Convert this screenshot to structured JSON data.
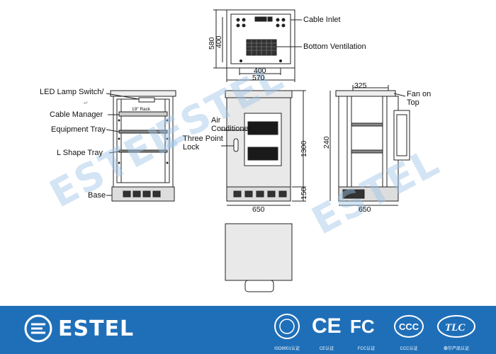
{
  "top_view": {
    "cable_inlet": "Cable Inlet",
    "bottom_ventilation": "Bottom Ventilation",
    "dim_580": "580",
    "dim_400_v": "400",
    "dim_400_h": "400",
    "dim_570": "570"
  },
  "interior_view": {
    "led_lamp_switch": "LED  Lamp Switch/",
    "return_mark": "↵",
    "cable_manager": "Cable Manager",
    "equipment_tray": "Equipment Tray",
    "l_shape_tray": "L  Shape Tray",
    "base": "Base",
    "rack_label": "19\" Rack"
  },
  "front_view": {
    "air_conditioner": "Air\nConditioner",
    "three_point_lock": "Three Point\nLock",
    "dim_1300": "1300",
    "dim_150": "150",
    "dim_650": "650"
  },
  "side_view": {
    "fan_on_top": "Fan on\nTop",
    "dim_325": "325",
    "dim_240": "240",
    "dim_650": "650"
  },
  "footer": {
    "brand": "ESTEL",
    "certs": [
      {
        "name": "iso",
        "label": "ISO9001认证"
      },
      {
        "name": "ce",
        "label": "CE认证"
      },
      {
        "name": "fcc",
        "label": "FCC认证"
      },
      {
        "name": "ccc",
        "label": "CCC认证"
      },
      {
        "name": "tlc",
        "label": "泰尔产品认证"
      }
    ]
  },
  "colors": {
    "footer_bg": "#1f6fb8",
    "watermark": "#9fc4e8",
    "cabinet_fill": "#e9e9e9",
    "line": "#222222"
  }
}
